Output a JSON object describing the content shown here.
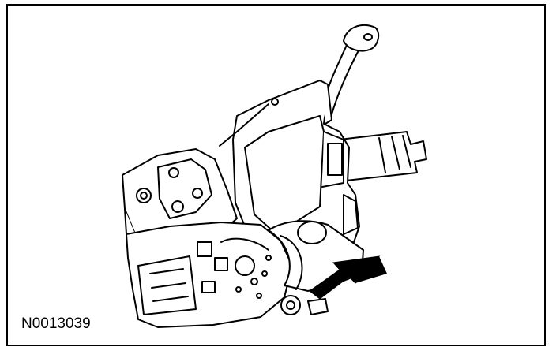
{
  "figure": {
    "id_label": "N0013039",
    "subject": "steering-column-assembly",
    "callout": "arrow-pointing-to-screw"
  },
  "colors": {
    "ink": "#000000",
    "paper": "#ffffff"
  }
}
